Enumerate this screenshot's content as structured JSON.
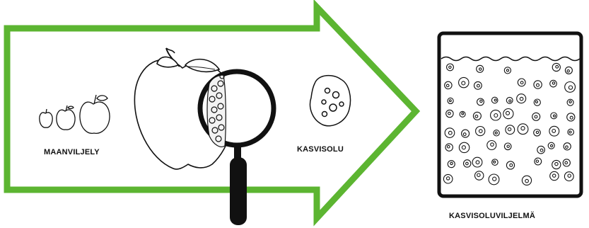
{
  "labels": {
    "agriculture": "MAANVILJELY",
    "plant_cell": "KASVISOLU",
    "plant_cell_culture": "KASVISOLUVILJELMÄ"
  },
  "colors": {
    "arrow_outline": "#5cb531",
    "ink": "#111111",
    "background": "#ffffff"
  },
  "icons": [
    "apple-icon",
    "magnifier-icon",
    "plant-cell-icon",
    "cell-culture-container-icon"
  ]
}
